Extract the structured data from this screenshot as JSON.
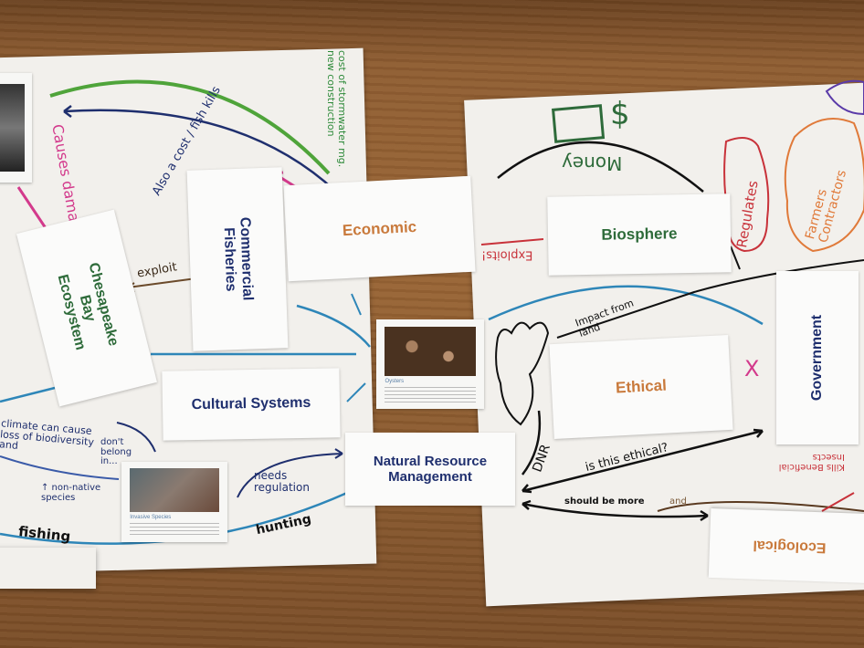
{
  "cards": {
    "economic": "Economic",
    "commercial_fisheries": "Commercial Fisheries",
    "chesapeake": "Chesapeake Bay Ecosystem",
    "cultural": "Cultural Systems",
    "nrm": "Natural Resource Management",
    "biosphere": "Biosphere",
    "ethical": "Ethical",
    "government": "Government",
    "ecological": "Ecological"
  },
  "photos": {
    "oysters": "Oysters",
    "invasive": "Invasive Species"
  },
  "handwriting": {
    "stormwater": "cost of stormwater mg. new construction",
    "causes_damage": "Causes damage to",
    "fish_kills": "Also a cost / fish kills",
    "exploit": "exploit",
    "climate": "climate can cause loss of biodiversity and",
    "non_native": "↑ non-native species",
    "dont_belong": "don't belong in...",
    "needs_regulation": "needs regulation",
    "fishing": "fishing",
    "hunting": "hunting",
    "money": "Money",
    "dollar": "$",
    "exploits": "Exploits!",
    "regulates": "Regulates",
    "farmers": "Farmers Contractors",
    "impact": "Impact from land",
    "dnr": "DNR",
    "ethical_q": "is this ethical?",
    "should_be_more": "should be more",
    "and": "and",
    "kills_insects": "Kills Beneficial Insects",
    "x_mark": "X"
  },
  "colors": {
    "navy": "#1f2f6e",
    "green": "#2e6b3a",
    "orange": "#c97a3c",
    "pink": "#d33a8c",
    "red": "#c8323a",
    "teal": "#2e86b8",
    "marker_green": "#4fa43a"
  }
}
